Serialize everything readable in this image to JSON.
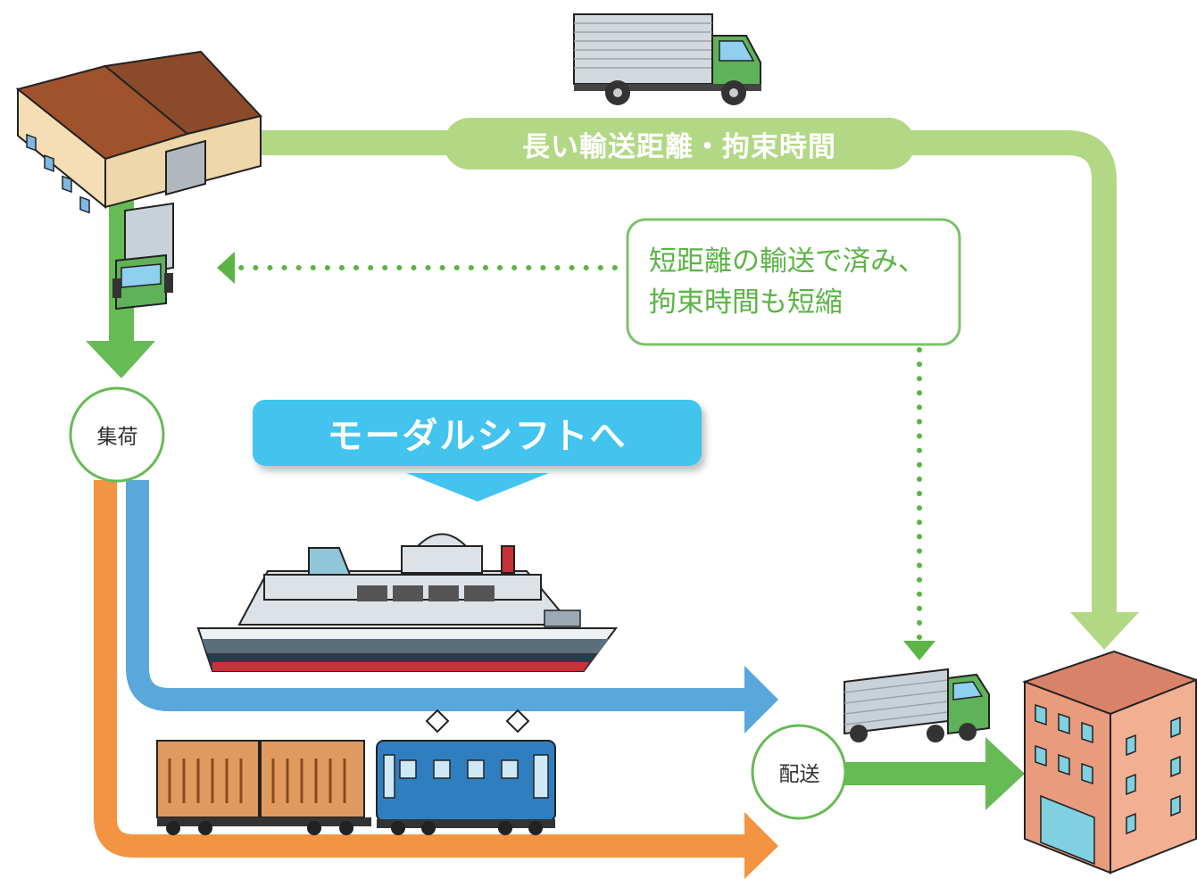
{
  "labels": {
    "long_route": "長い輸送距離・拘束時間",
    "short_route_line1": "短距離の輸送で済み、",
    "short_route_line2": "拘束時間も短縮",
    "modal_shift": "モーダルシフトへ",
    "pickup": "集荷",
    "delivery": "配送"
  },
  "colors": {
    "truck_route": "#b3d885",
    "local_route": "#66bb55",
    "ship_route": "#5aa7dc",
    "rail_route": "#f39443",
    "modal_banner": "#43c4ee",
    "note_border": "#7cc26a",
    "note_text": "#5bb545"
  },
  "icons": [
    "warehouse-icon",
    "truck-icon",
    "ship-icon",
    "freight-train-icon",
    "office-building-icon"
  ]
}
